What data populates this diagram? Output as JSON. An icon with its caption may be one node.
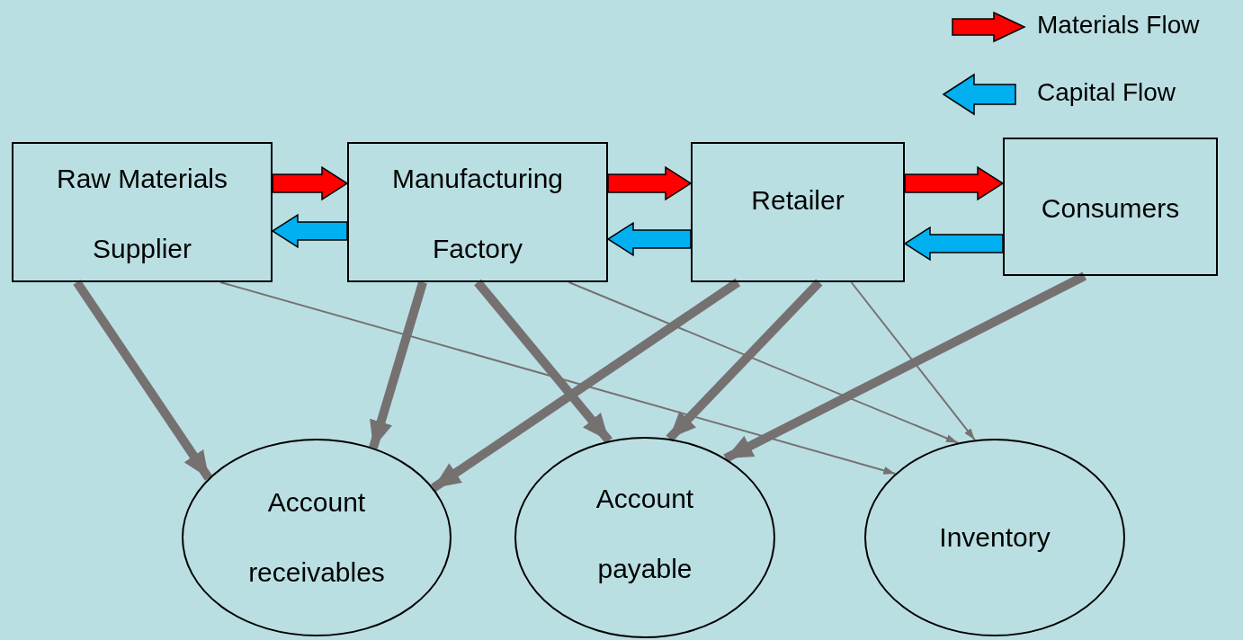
{
  "diagram": {
    "nodes": [
      {
        "text": [
          "Raw Materials Supplier"
        ]
      },
      {
        "text": [
          "Manufacturing Factory"
        ]
      },
      {
        "text": [
          "Retailer"
        ]
      },
      {
        "text": [
          "Consumers"
        ]
      },
      {
        "text": [
          "Account receivables"
        ]
      },
      {
        "text": [
          "Account payable"
        ]
      },
      {
        "text": [
          "Inventory"
        ]
      }
    ],
    "edges": [
      {
        "from": 0,
        "to": 1,
        "arrow": "to",
        "color": "#ff0000"
      },
      {
        "from": 1,
        "to": 2,
        "arrow": "to",
        "color": "#ff0000"
      },
      {
        "from": 2,
        "to": 3,
        "arrow": "to",
        "color": "#ff0000"
      },
      {
        "from": 1,
        "to": 0,
        "arrow": "to",
        "color": "#00b0f0"
      },
      {
        "from": 2,
        "to": 1,
        "arrow": "to",
        "color": "#00b0f0"
      },
      {
        "from": 3,
        "to": 2,
        "arrow": "to",
        "color": "#00b0f0"
      },
      {
        "from": 0,
        "to": 4,
        "arrow": "to"
      },
      {
        "from": 1,
        "to": 4,
        "arrow": "to"
      },
      {
        "from": 2,
        "to": 4,
        "arrow": "to"
      },
      {
        "from": 1,
        "to": 5,
        "arrow": "to"
      },
      {
        "from": 2,
        "to": 5,
        "arrow": "to"
      },
      {
        "from": 3,
        "to": 5,
        "arrow": "to"
      },
      {
        "from": 0,
        "to": 6,
        "arrow": "to"
      },
      {
        "from": 1,
        "to": 6,
        "arrow": "to"
      },
      {
        "from": 2,
        "to": 6,
        "arrow": "to"
      }
    ],
    "legend": [
      {
        "text": "Materials Flow",
        "color": "#ff0000"
      },
      {
        "text": "Capital Flow",
        "color": "#00b0f0"
      }
    ]
  }
}
